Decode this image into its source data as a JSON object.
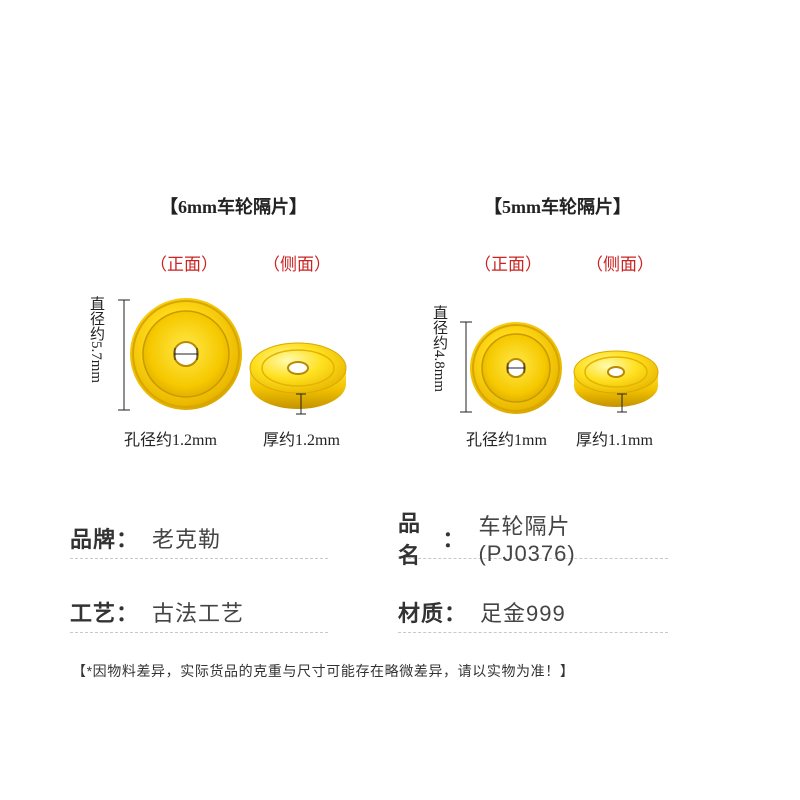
{
  "products": [
    {
      "title": "【6mm车轮隔片】",
      "front_label": "（正面）",
      "side_label": "（侧面）",
      "diameter_label": "直径约5.7mm",
      "hole_label": "孔径约1.2mm",
      "thickness_label": "厚约1.2mm"
    },
    {
      "title": "【5mm车轮隔片】",
      "front_label": "（正面）",
      "side_label": "（侧面）",
      "diameter_label": "直径约4.8mm",
      "hole_label": "孔径约1mm",
      "thickness_label": "厚约1.1mm"
    }
  ],
  "info": [
    {
      "label": "品牌",
      "value": "老克勒"
    },
    {
      "label": "品名",
      "value": "车轮隔片 (PJ0376)"
    },
    {
      "label": "工艺",
      "value": "古法工艺"
    },
    {
      "label": "材质",
      "value": "足金999"
    }
  ],
  "colon": "：",
  "note": "【*因物料差异，实际货品的克重与尺寸可能存在略微差异，请以实物为准！】",
  "colors": {
    "gold_light": "#fff06a",
    "gold_mid": "#f5c800",
    "gold_dark": "#c99a00",
    "red_label": "#cc2222"
  }
}
